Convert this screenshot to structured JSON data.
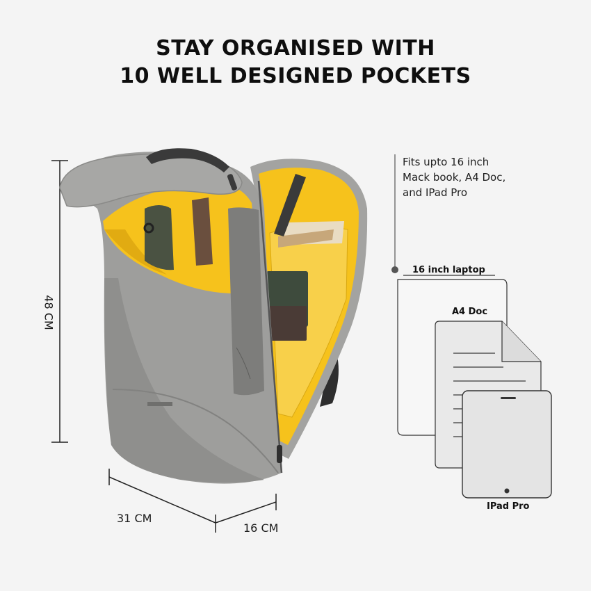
{
  "headline": {
    "line1": "STAY ORGANISED WITH",
    "line2": "10 WELL DESIGNED POCKETS"
  },
  "dimensions": {
    "height": "48 CM",
    "width": "31 CM",
    "depth": "16 CM"
  },
  "capacity_note": {
    "line1": "Fits upto 16 inch",
    "line2": "Mack book, A4 Doc,",
    "line3": "and IPad Pro"
  },
  "devices": {
    "laptop": "16 inch laptop",
    "a4": "A4 Doc",
    "ipad": "IPad Pro"
  },
  "colors": {
    "background": "#f4f4f4",
    "backpack_grey": "#9e9e9c",
    "lining_yellow": "#f6c21c"
  }
}
